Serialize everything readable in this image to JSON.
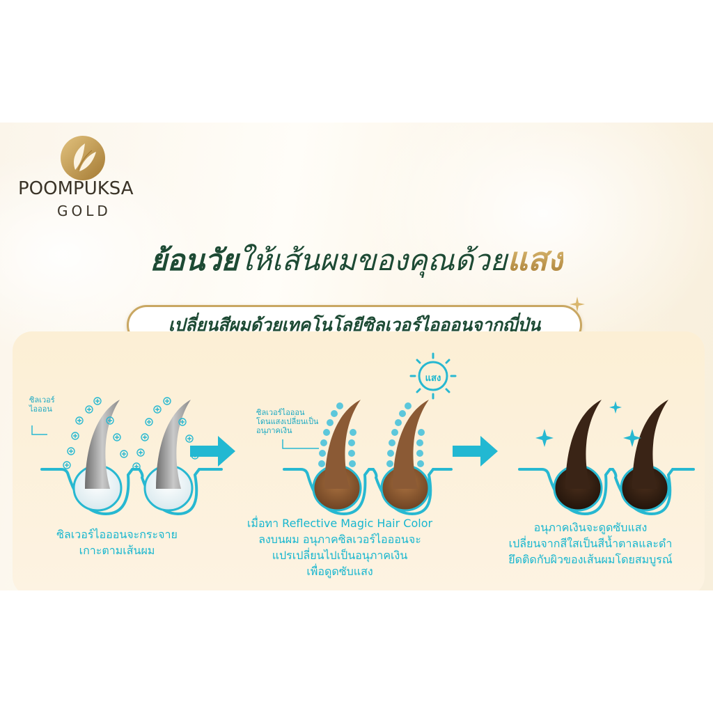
{
  "brand": {
    "name_line1": "POOMPUKSA",
    "name_line2": "GOLD"
  },
  "headline": {
    "part1": "ย้อนวัย",
    "part2": "ให้เส้นผมของคุณด้วย",
    "part3": "แสง"
  },
  "subtitle": "เปลี่ยนสีผมด้วยเทคโนโลยีซิลเวอร์ไอออนจากญี่ปุ่น",
  "steps": [
    {
      "callout": [
        "ซิลเวอร์",
        "ไอออน"
      ],
      "caption": [
        "ซิลเวอร์ไอออนจะกระจาย",
        "เกาะตามเส้นผม"
      ]
    },
    {
      "callout": [
        "ซิลเวอร์ไอออน",
        "โดนแสงเปลี่ยนเป็น",
        "อนุภาคเงิน"
      ],
      "sun_label": "แสง",
      "caption": [
        "เมื่อทา Reflective Magic Hair Color",
        "ลงบนผม อนุภาคซิลเวอร์ไอออนจะ",
        "แปรเปลี่ยนไปเป็นอนุภาคเงิน",
        "เพื่อดูดซับแสง"
      ]
    },
    {
      "caption": [
        "อนุภาคเงินจะดูดซับแสง",
        "เปลี่ยนจากสีใสเป็นสีน้ำตาลและดำ",
        "ยึดติดกับผิวของเส้นผมโดยสมบูรณ์"
      ]
    }
  ],
  "colors": {
    "accent_cyan": "#17b6cf",
    "headline_green": "#1d4a34",
    "gold": "#c9a762",
    "hair_silver": "#9a9a9a",
    "hair_brown": "#8b5a35",
    "hair_dark": "#3a2416"
  },
  "icons": [
    "leaf-logo-icon",
    "arrow-right-icon",
    "sun-icon",
    "sparkle-icon",
    "plus-icon"
  ]
}
